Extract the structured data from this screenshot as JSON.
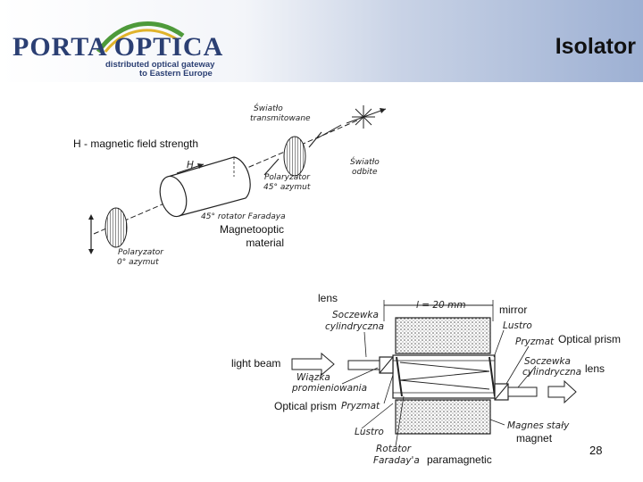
{
  "header": {
    "logo_main": "PORTA OPTICA",
    "logo_tagline_1": "distributed optical gateway",
    "logo_tagline_2": "to Eastern Europe"
  },
  "title": "Isolator",
  "labels": {
    "magnetic_field": "H - magnetic field strength",
    "magnetooptic_1": "Magnetooptic",
    "magnetooptic_2": "material",
    "lens_top": "lens",
    "mirror": "mirror",
    "optical_prism_right": "Optical prism",
    "light_beam": "light beam",
    "lens_right": "lens",
    "optical_prism_left": "Optical prism",
    "magnet": "magnet",
    "paramagnetic": "paramagnetic"
  },
  "handwritten": {
    "swiatlo_transmitowane_1": "Światło",
    "swiatlo_transmitowane_2": "transmitowane",
    "swiatlo_odbite_1": "Światło",
    "swiatlo_odbite_2": "odbite",
    "polaryzator45_1": "Polaryzator",
    "polaryzator45_2": "45° azymut",
    "rotator": "45° rotator Faradaya",
    "polaryzator0_1": "Polaryzator",
    "polaryzator0_2": "0° azymut",
    "h_symbol": "H",
    "length": "l = 20 mm",
    "soczewka1_1": "Soczewka",
    "soczewka1_2": "cylindryczna",
    "lustro_top": "Lustro",
    "pryzmat_top": "Pryzmat",
    "soczewka2_1": "Soczewka",
    "soczewka2_2": "cylindryczna",
    "wiazka_1": "Wiązka",
    "wiazka_2": "promieniowania",
    "pryzmat_bottom": "Pryzmat",
    "magnes": "Magnes stały",
    "lustro_bottom": "Lustro",
    "rotator_bottom_1": "Rotator",
    "rotator_bottom_2": "Faraday'a"
  },
  "page_number": "28",
  "colors": {
    "header_blue": "#2b3f73",
    "logo_green": "#4e9a3a"
  }
}
